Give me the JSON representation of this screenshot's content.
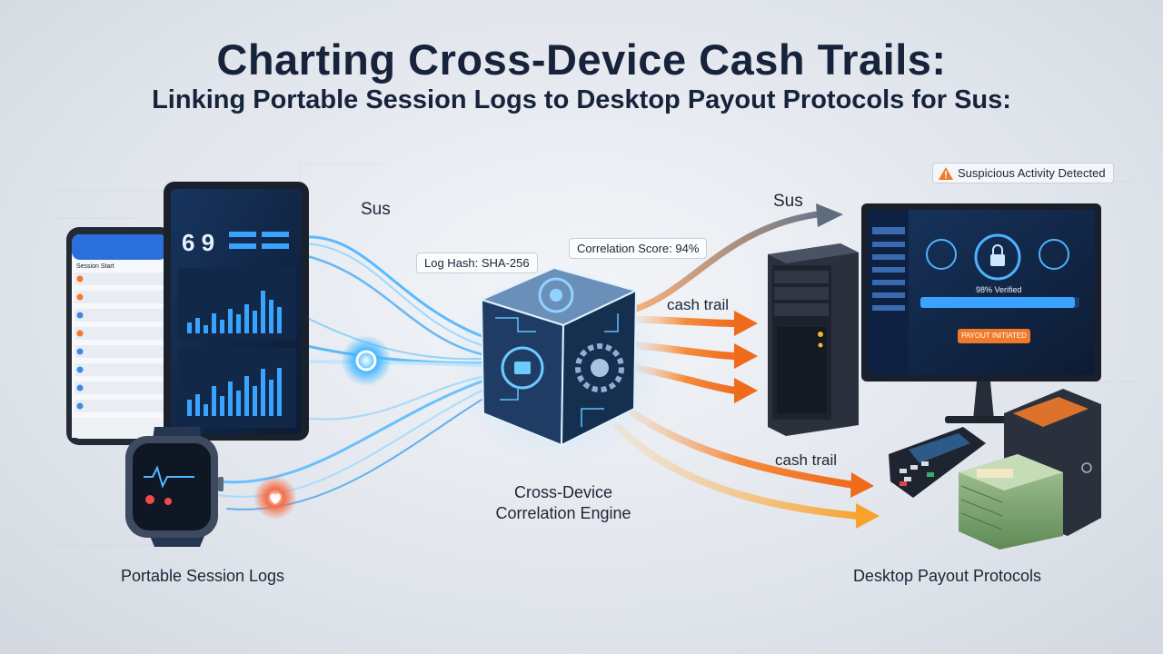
{
  "header": {
    "title": "Charting Cross-Device Cash Trails:",
    "subtitle": "Linking Portable Session Logs to Desktop Payout Protocols for Sus:"
  },
  "labels": {
    "sus_left": "Sus",
    "sus_right": "Sus",
    "cash_trail_top": "cash trail",
    "cash_trail_bottom": "cash trail",
    "log_hash": "Log Hash: SHA-256",
    "correlation_score": "Correlation Score: 94%",
    "alert": "Suspicious Activity Detected"
  },
  "captions": {
    "left": "Portable Session Logs",
    "center_line1": "Cross-Device",
    "center_line2": "Correlation Engine",
    "right": "Desktop Payout Protocols"
  },
  "tablet": {
    "big_number": "6 9"
  },
  "monitor": {
    "verified_text": "98% Verified",
    "payout_button": "PAYOUT INITIATED"
  },
  "phone": {
    "list_header": "Session Start"
  },
  "colors": {
    "accent_orange": "#f47a2a",
    "accent_blue": "#2fa8ff",
    "title_navy": "#16233a",
    "dark_device": "#1c2638"
  }
}
